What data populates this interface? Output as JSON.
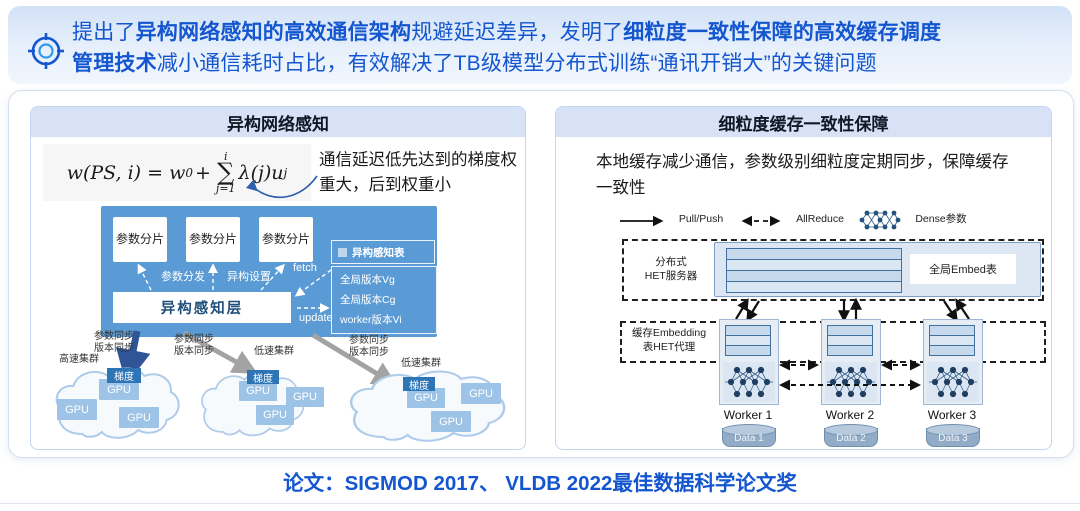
{
  "header": {
    "icon": "target-crosshair",
    "seg1": "提出了",
    "seg2_bold": "异构网络感知的高效通信架构",
    "seg3": "规避延迟差异，发明了",
    "seg4_bold": "细粒度一致性保障的高效缓存调度管理技术",
    "seg5": "减小通信耗时占比，有效解决了TB级模型分布式训练“通讯开销大”的关键问题"
  },
  "left_panel": {
    "title": "异构网络感知",
    "formula": {
      "lhs": "w(PS, i) = w",
      "w0_sub": "0",
      "plus": "+",
      "sum_upper": "i",
      "sum_symbol": "∑",
      "sum_lower": "j=1",
      "term": "λ(j)u",
      "term_sub": "j"
    },
    "annotation": "通信延迟低先达到的梯度权重大，后到权重小",
    "diagram": {
      "shards": [
        "参数分片",
        "参数分片",
        "参数分片"
      ],
      "dispatch_label": "参数分发",
      "hetero_config_label": "异构设置",
      "aware_layer_label": "异构感知层",
      "table_title": "异构感知表",
      "table_rows": [
        "全局版本Vg",
        "全局版本Cg",
        "worker版本Vi"
      ],
      "fetch_label": "fetch",
      "update_label": "update"
    },
    "clusters": [
      {
        "sync_line1": "参数同步",
        "sync_line2": "版本同步",
        "speed": "高速集群",
        "badge": "梯度",
        "gpus": [
          "GPU",
          "GPU",
          "GPU"
        ]
      },
      {
        "sync_line1": "参数同步",
        "sync_line2": "版本同步",
        "speed": "低速集群",
        "badge": "梯度",
        "gpus": [
          "GPU",
          "GPU",
          "GPU"
        ]
      },
      {
        "sync_line1": "参数同步",
        "sync_line2": "版本同步",
        "speed": "低速集群",
        "badge": "梯度",
        "gpus": [
          "GPU",
          "GPU",
          "GPU"
        ]
      }
    ]
  },
  "right_panel": {
    "title": "细粒度缓存一致性保障",
    "description": "本地缓存减少通信，参数级别细粒度定期同步，保障缓存一致性",
    "legend": {
      "pull_push": "Pull/Push",
      "allreduce": "AllReduce",
      "dense": "Dense参数"
    },
    "server": {
      "label_line1": "分布式",
      "label_line2": "HET服务器",
      "embed_table": "全局Embed表"
    },
    "cache_label_line1": "缓存Embedding",
    "cache_label_line2": "表HET代理",
    "workers": [
      {
        "name": "Worker 1",
        "data": "Data 1"
      },
      {
        "name": "Worker 2",
        "data": "Data 2"
      },
      {
        "name": "Worker 3",
        "data": "Data 3"
      }
    ]
  },
  "footer": {
    "text": "论文：SIGMOD 2017、 VLDB 2022最佳数据科学论文奖"
  },
  "colors": {
    "header_text": "#1456CF",
    "diagram_blue": "#5B9BD5",
    "badge_blue": "#2E75B6",
    "gpu_blue": "#9DC3E6",
    "title_bar": "#D7E2F7",
    "footer_text": "#1456CF"
  }
}
